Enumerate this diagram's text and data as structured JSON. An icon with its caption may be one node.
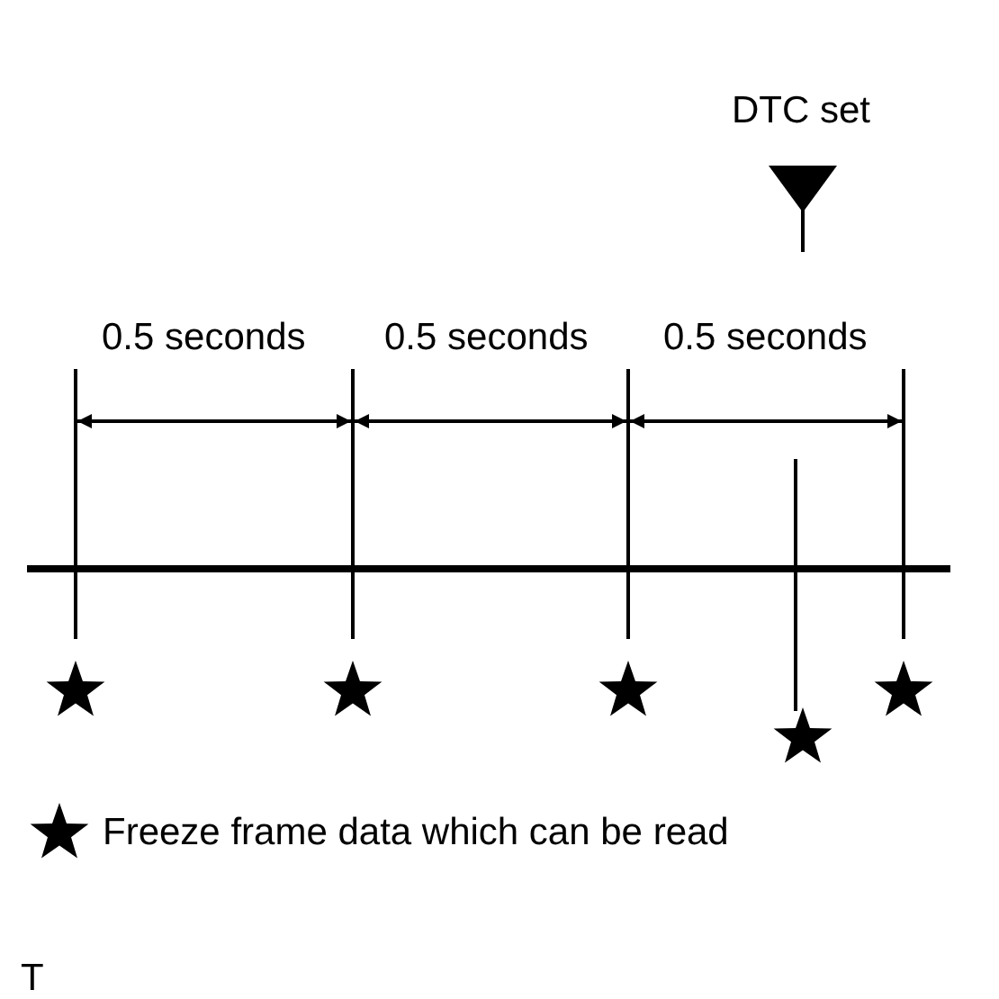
{
  "diagram": {
    "labels": [
      "DTC set",
      "0.5 seconds",
      "0.5 seconds",
      "0.5 seconds",
      "T"
    ],
    "legend": [
      {
        "text": "Freeze frame data which can be read"
      }
    ]
  }
}
